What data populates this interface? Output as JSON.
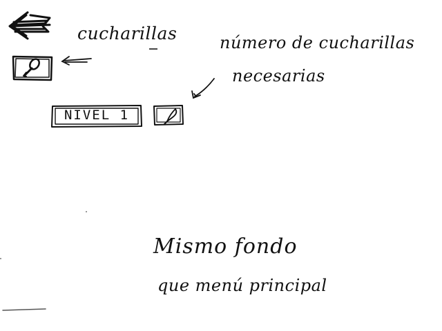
{
  "header": {
    "back_icon": "back-arrow-icon",
    "spoon_counter_icon": "spoon-icon",
    "spoon_counter_label": "cucharillas"
  },
  "annotation": {
    "line1": "número de cucharillas",
    "line2": "necesarias"
  },
  "levels": [
    {
      "label": "NIVEL 1",
      "required_spoons_icon": "spoon-icon"
    }
  ],
  "footer_note": {
    "line1": "Mismo fondo",
    "line2": "que menú principal"
  }
}
